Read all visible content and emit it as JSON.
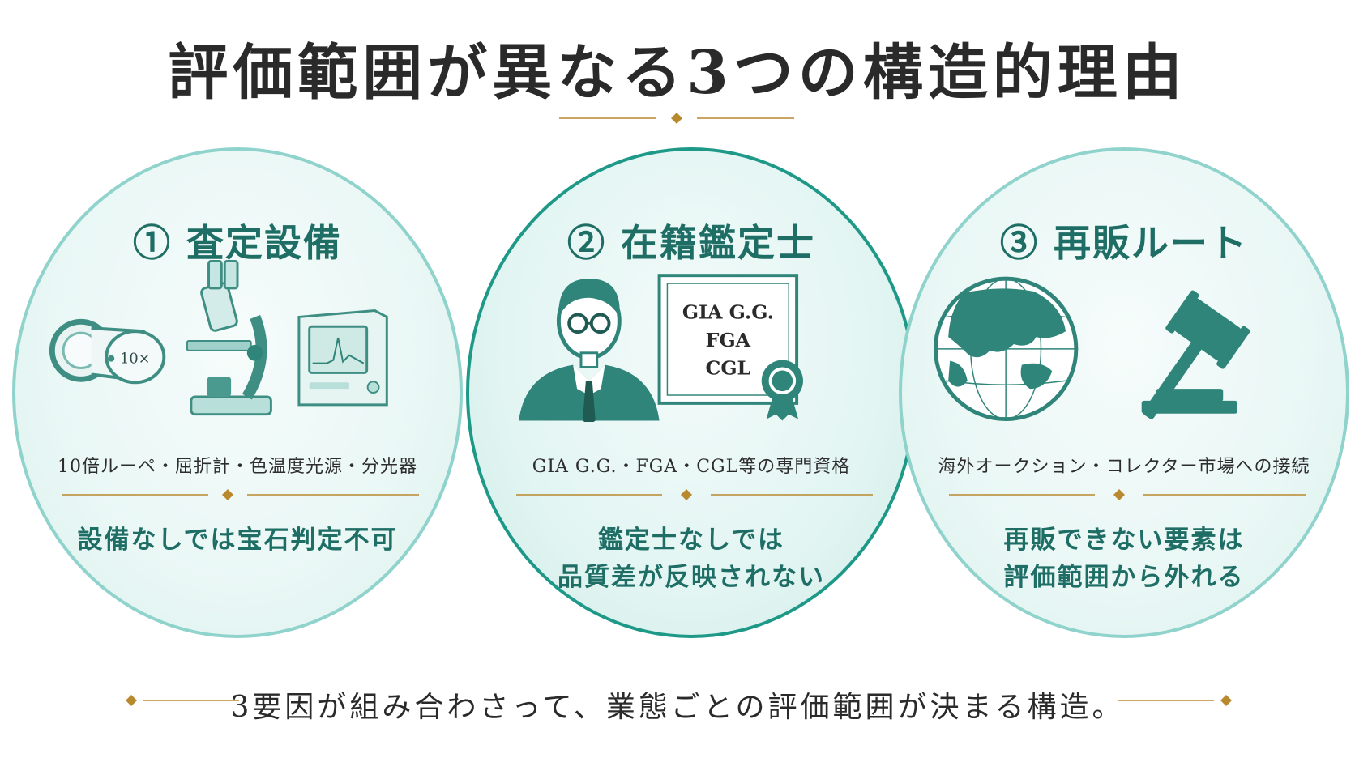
{
  "title": "評価範囲が異なる3つの構造的理由",
  "colors": {
    "teal_dark": "#2f8579",
    "teal_text": "#1f6e66",
    "gold": "#b8892e",
    "teal_light": "#8fd3cc"
  },
  "cards": [
    {
      "heading": "① 査定設備",
      "icons": [
        "loupe-icon",
        "microscope-icon",
        "spectrometer-icon"
      ],
      "loupe_label": "10×",
      "caption": "10倍ルーペ・屈折計・色温度光源・分光器",
      "result_lines": [
        "設備なしでは宝石判定不可"
      ]
    },
    {
      "heading": "② 在籍鑑定士",
      "icons": [
        "appraiser-person-icon",
        "certificate-icon",
        "rosette-seal-icon"
      ],
      "certificate_lines": [
        "GIA G.G.",
        "FGA",
        "CGL"
      ],
      "caption": "GIA G.G.・FGA・CGL等の専門資格",
      "result_lines": [
        "鑑定士なしでは",
        "品質差が反映されない"
      ]
    },
    {
      "heading": "③ 再販ルート",
      "icons": [
        "globe-icon",
        "auction-gavel-icon"
      ],
      "caption": "海外オークション・コレクター市場への接続",
      "result_lines": [
        "再販できない要素は",
        "評価範囲から外れる"
      ]
    }
  ],
  "footer": "3要因が組み合わさって、業態ごとの評価範囲が決まる構造。"
}
